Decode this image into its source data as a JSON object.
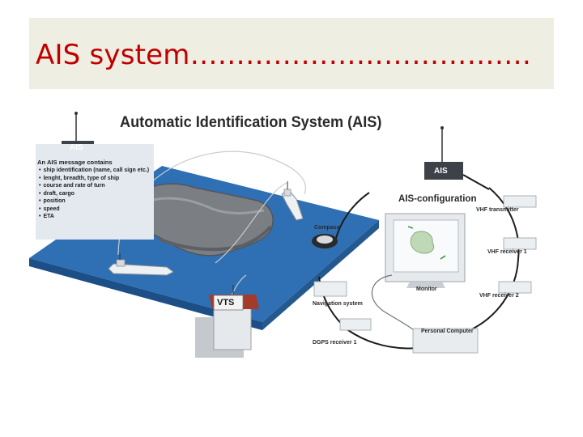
{
  "slide": {
    "title": "AIS system……………………………….",
    "colors": {
      "title": "#c00000",
      "title_background": "#eeeee2",
      "sea": "#2f6fb3",
      "sea_edge": "#1d4f87",
      "ring": "#1c1c1c"
    }
  },
  "figure": {
    "title": "Automatic Identification System (AIS)",
    "info": {
      "heading": "An AIS message contains",
      "items": [
        "ship identification (name, call sign etc.)",
        "lenght, breadth, type of ship",
        "course and rate of turn",
        "draft, cargo",
        "position",
        "speed",
        "ETA"
      ]
    },
    "ais_tag_left": "AIS",
    "ais_tag_right": "AIS",
    "vts_label": "VTS",
    "config_label": "AIS-configuration",
    "components": {
      "vhf_transmitter": "VHF transmitter",
      "vhf_receiver_1": "VHF receiver 1",
      "vhf_receiver_2": "VHF receiver 2",
      "personal_computer": "Personal Computer",
      "dgps_receiver": "DGPS receiver 1",
      "navigation_system": "Navigation system",
      "compass": "Compass",
      "monitor": "Monitor"
    }
  }
}
